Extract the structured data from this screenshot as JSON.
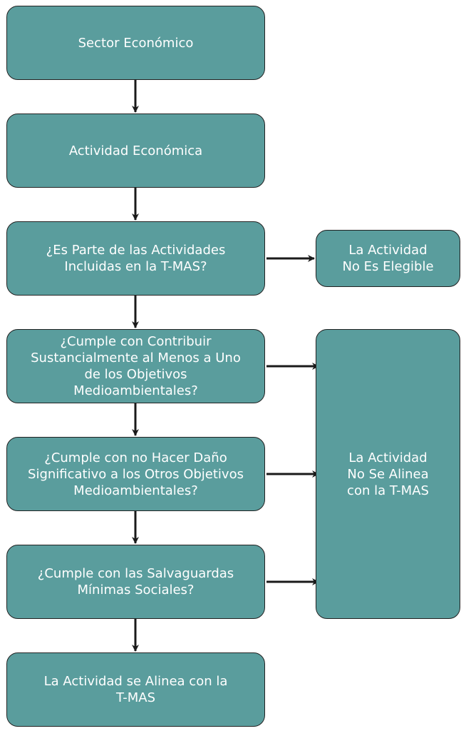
{
  "steps": [
    "Sector Económico",
    "Actividad Económica",
    "¿Es Parte de las Actividades\nIncluidas en la T-MAS?",
    "¿Cumple con Contribuir\nSustancialmente al Menos a Uno\nde los Objetivos\nMedioambientales?",
    "¿Cumple con no Hacer Daño\nSignificativo a los Otros Objetivos\nMedioambientales?",
    "¿Cumple con las Salvaguardas\nMínimas Sociales?",
    "La Actividad se Alinea con la\nT-MAS"
  ],
  "not_eligible": "La Actividad\nNo Es Elegible",
  "not_aligned": "La Actividad\nNo Se Alinea\ncon la T-MAS",
  "colors": {
    "box": "#5a9d9d",
    "border": "#222222",
    "arrow": "#1a1a1a"
  }
}
